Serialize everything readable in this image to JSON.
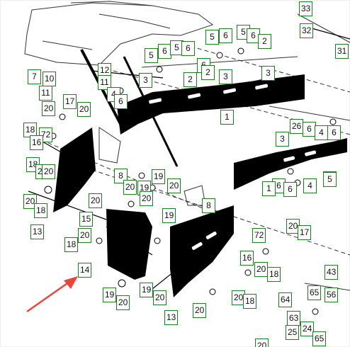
{
  "diagram": {
    "callout_border_color": "#1a7f1a",
    "arrow_color": "#e8453c",
    "part_color": "#000000",
    "frame_line_color": "#333333",
    "callouts": [
      "33",
      "32",
      "31",
      "5",
      "6",
      "5",
      "6",
      "2",
      "5",
      "6",
      "5",
      "6",
      "6",
      "2",
      "2",
      "3",
      "3",
      "7",
      "12",
      "11",
      "10",
      "11",
      "3",
      "4",
      "6",
      "1",
      "17",
      "20",
      "20",
      "18",
      "72",
      "16",
      "18",
      "20",
      "26",
      "6",
      "4",
      "6",
      "3",
      "20",
      "8",
      "19",
      "20",
      "19",
      "20",
      "6",
      "6",
      "5",
      "4",
      "5",
      "1",
      "20",
      "18",
      "20",
      "13",
      "15",
      "20",
      "19",
      "20",
      "8",
      "20",
      "17",
      "18",
      "72",
      "16",
      "20",
      "18",
      "14",
      "19",
      "20",
      "19",
      "20",
      "13",
      "20",
      "20",
      "18",
      "43",
      "64",
      "65",
      "56",
      "63",
      "25",
      "24",
      "65",
      "20"
    ],
    "pointer_arrow_icon": "red-arrow-icon"
  }
}
